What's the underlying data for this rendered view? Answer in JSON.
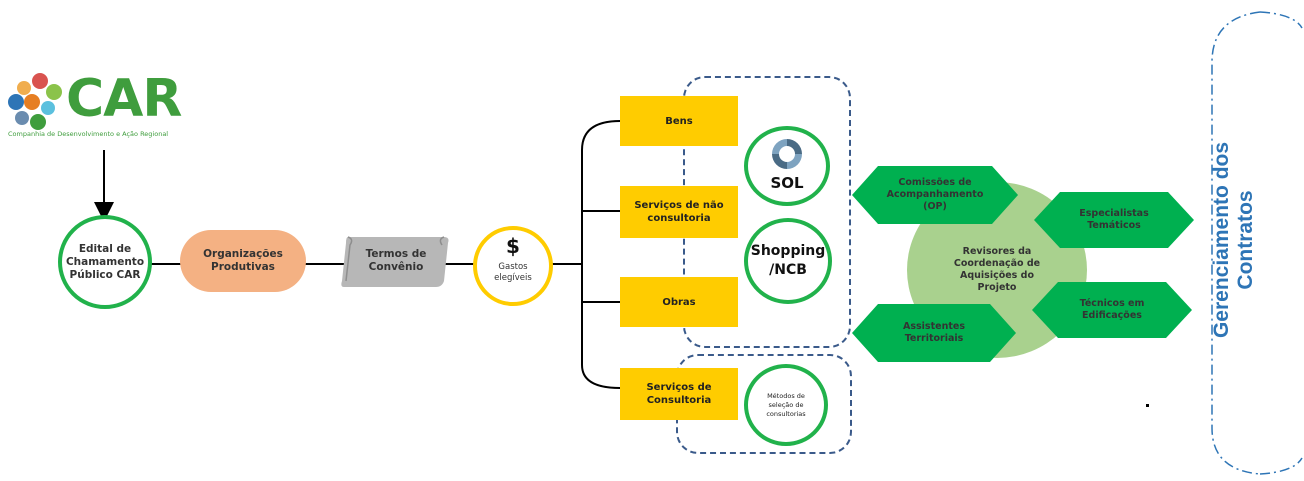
{
  "logo": {
    "name": "CAR",
    "tagline": "Companhia de Desenvolvimento e Ação Regional"
  },
  "flow": {
    "edital": "Edital de Chamamento Público CAR",
    "organizacoes": "Organizações Produtivas",
    "termos": "Termos de Convênio",
    "gastos_symbol": "$",
    "gastos": "Gastos elegíveis"
  },
  "categories": [
    {
      "label": "Bens"
    },
    {
      "label": "Serviços de não consultoria"
    },
    {
      "label": "Obras"
    },
    {
      "label": "Serviços de Consultoria"
    }
  ],
  "methods": {
    "sol": "SOL",
    "shopping": "Shopping /NCB",
    "consultoria": "Métodos de seleção de consultorias"
  },
  "review": {
    "center": "Revisores da Coordenação de Aquisições do Projeto",
    "comissoes": "Comissões de Acompanhamento (OP)",
    "especialistas": "Especialistas Temáticos",
    "assistentes": "Assistentes Territoriais",
    "tecnicos": "Técnicos em Edificações"
  },
  "side": {
    "title": "Gerenciamento dos Contratos"
  },
  "colors": {
    "green": "#21b24b",
    "yellow": "#ffcc00",
    "orange": "#f4b183",
    "light_green": "#a9d18e",
    "blue_text": "#2e75b6"
  },
  "icons": [
    "car-logo-icon",
    "sol-logo-icon",
    "scroll-shape"
  ]
}
